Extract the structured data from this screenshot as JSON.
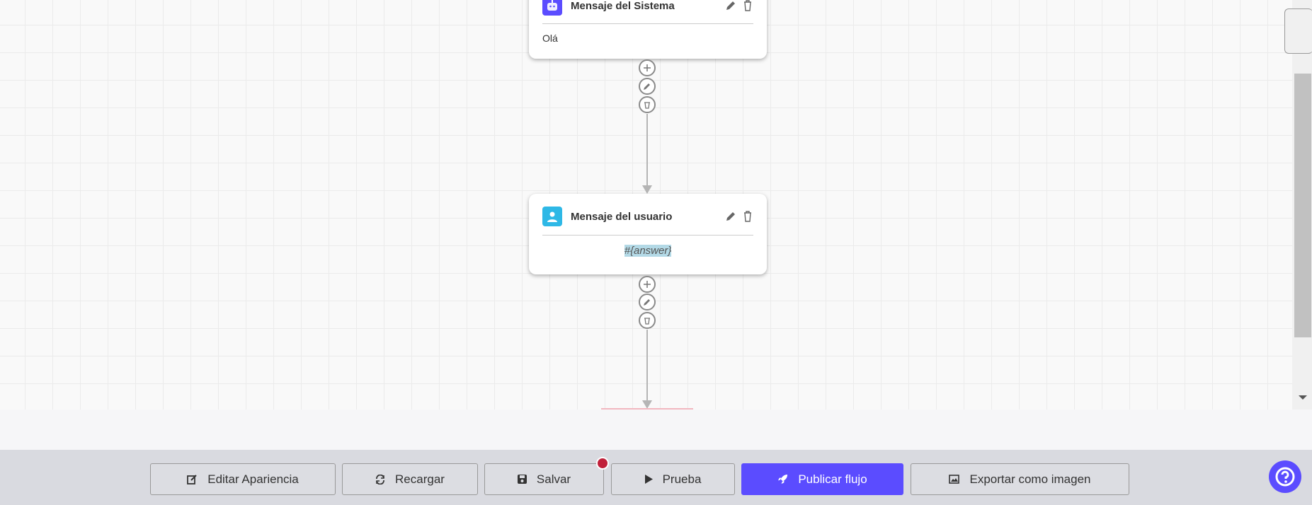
{
  "canvas": {
    "nodes": [
      {
        "type": "system",
        "title": "Mensaje del Sistema",
        "text": "Olá",
        "icon": "robot-icon",
        "color": "#5b4cff"
      },
      {
        "type": "user",
        "title": "Mensaje del usuario",
        "text": "#{answer}",
        "icon": "user-icon",
        "color": "#2eb8e6"
      }
    ]
  },
  "toolbar": {
    "edit": "Editar Apariencia",
    "reload": "Recargar",
    "save": "Salvar",
    "test": "Prueba",
    "publish": "Publicar flujo",
    "export": "Exportar como imagen"
  },
  "colors": {
    "accent": "#5b4cff",
    "unsaved_dot": "#c0203a"
  }
}
